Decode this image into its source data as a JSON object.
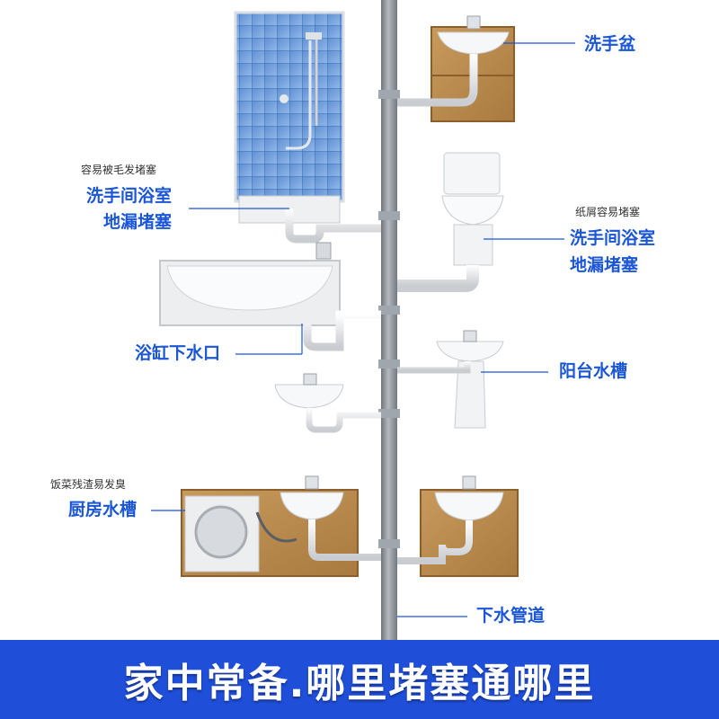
{
  "labels": {
    "wash_basin": "洗手盆",
    "bathroom_floor_drain_left_note": "容易被毛发堵塞",
    "bathroom_floor_drain_left_line1": "洗手间浴室",
    "bathroom_floor_drain_left_line2": "地漏堵塞",
    "toilet_note": "纸屑容易堵塞",
    "bathroom_floor_drain_right_line1": "洗手间浴室",
    "bathroom_floor_drain_right_line2": "地漏堵塞",
    "bathtub_drain": "浴缸下水口",
    "balcony_sink": "阳台水槽",
    "kitchen_note": "饭菜残渣易发臭",
    "kitchen_sink": "厨房水槽",
    "sewer_pipe": "下水管道"
  },
  "banner": {
    "text": "家中常备.哪里堵塞通哪里"
  },
  "colors": {
    "accent": "#1a56d6",
    "banner": "#1f4ed8",
    "pipe": "#8f959c",
    "cabinet": "#b98a4e"
  }
}
